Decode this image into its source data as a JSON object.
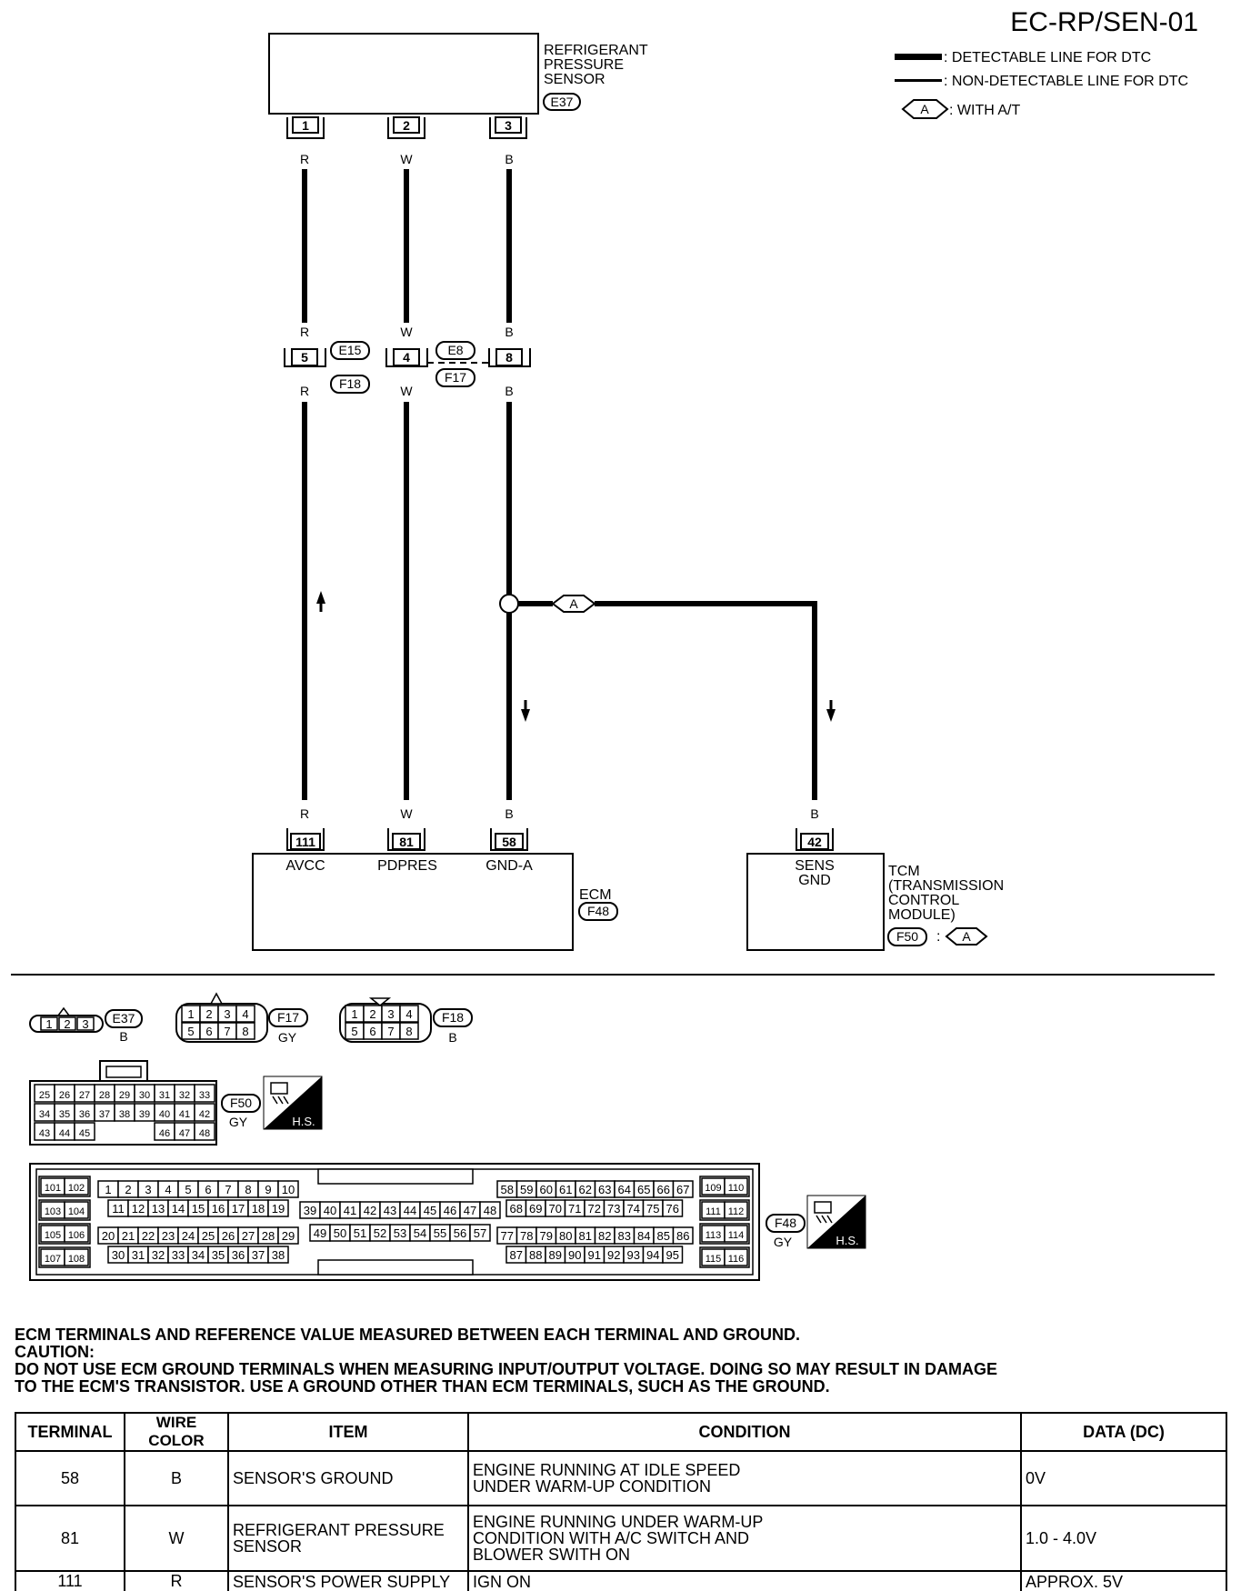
{
  "page_code": "EC-RP/SEN-01",
  "legend": {
    "detectable": ": DETECTABLE LINE FOR DTC",
    "non_detectable": ": NON-DETECTABLE LINE FOR DTC",
    "option_symbol": "A",
    "option_text": ": WITH A/T"
  },
  "sensor": {
    "name_lines": [
      "REFRIGERANT",
      "PRESSURE",
      "SENSOR"
    ],
    "connector": "E37",
    "pins": [
      "1",
      "2",
      "3"
    ]
  },
  "wires": [
    {
      "color": "R",
      "ecm_pin": "111",
      "ecm_label": "AVCC",
      "junction_pin": "5"
    },
    {
      "color": "W",
      "ecm_pin": "81",
      "ecm_label": "PDPRES",
      "junction_pin": "4"
    },
    {
      "color": "B",
      "ecm_pin": "58",
      "ecm_label": "GND-A",
      "junction_pin": "8"
    }
  ],
  "junctions": {
    "left_top": "E15",
    "left_bottom": "F18",
    "right_top": "E8",
    "right_bottom": "F17"
  },
  "ecm": {
    "name": "ECM",
    "connector": "F48"
  },
  "tcm": {
    "pin": "42",
    "wire_color": "B",
    "pin_label_lines": [
      "SENS",
      "GND"
    ],
    "name_lines": [
      "TCM",
      "(TRANSMISSION",
      "CONTROL",
      "MODULE)"
    ],
    "connector": "F50",
    "colon": ":",
    "option": "A"
  },
  "branch_option": "A",
  "connector_views": {
    "e37": {
      "id": "E37",
      "color": "B",
      "cells": [
        "1",
        "2",
        "3"
      ]
    },
    "f17": {
      "id": "F17",
      "color": "GY",
      "top": [
        "1",
        "2",
        "3",
        "4"
      ],
      "bottom": [
        "5",
        "6",
        "7",
        "8"
      ]
    },
    "f18": {
      "id": "F18",
      "color": "B",
      "top": [
        "1",
        "2",
        "3",
        "4"
      ],
      "bottom": [
        "5",
        "6",
        "7",
        "8"
      ]
    },
    "f50": {
      "id": "F50",
      "color": "GY",
      "badge": "H.S.",
      "rows": [
        [
          "25",
          "26",
          "27",
          "28",
          "29",
          "30",
          "31",
          "32",
          "33"
        ],
        [
          "34",
          "35",
          "36",
          "37",
          "38",
          "39",
          "40",
          "41",
          "42"
        ],
        [
          "43",
          "44",
          "45",
          "",
          "",
          "",
          "46",
          "47",
          "48"
        ]
      ]
    },
    "f48": {
      "id": "F48",
      "color": "GY",
      "badge": "H.S.",
      "left_pairs": [
        [
          "101",
          "102"
        ],
        [
          "103",
          "104"
        ],
        [
          "105",
          "106"
        ],
        [
          "107",
          "108"
        ]
      ],
      "block1": [
        [
          "1",
          "2",
          "3",
          "4",
          "5",
          "6",
          "7",
          "8",
          "9",
          "10"
        ],
        [
          "11",
          "12",
          "13",
          "14",
          "15",
          "16",
          "17",
          "18",
          "19"
        ],
        [
          "20",
          "21",
          "22",
          "23",
          "24",
          "25",
          "26",
          "27",
          "28",
          "29"
        ],
        [
          "30",
          "31",
          "32",
          "33",
          "34",
          "35",
          "36",
          "37",
          "38"
        ]
      ],
      "block2": [
        [
          "39",
          "40",
          "41",
          "42",
          "43",
          "44",
          "45",
          "46",
          "47",
          "48"
        ],
        [
          "49",
          "50",
          "51",
          "52",
          "53",
          "54",
          "55",
          "56",
          "57"
        ]
      ],
      "block3": [
        [
          "58",
          "59",
          "60",
          "61",
          "62",
          "63",
          "64",
          "65",
          "66",
          "67"
        ],
        [
          "68",
          "69",
          "70",
          "71",
          "72",
          "73",
          "74",
          "75",
          "76"
        ],
        [
          "77",
          "78",
          "79",
          "80",
          "81",
          "82",
          "83",
          "84",
          "85",
          "86"
        ],
        [
          "87",
          "88",
          "89",
          "90",
          "91",
          "92",
          "93",
          "94",
          "95"
        ]
      ],
      "right_pairs": [
        [
          "109",
          "110"
        ],
        [
          "111",
          "112"
        ],
        [
          "113",
          "114"
        ],
        [
          "115",
          "116"
        ]
      ]
    }
  },
  "notes": [
    "ECM TERMINALS AND REFERENCE VALUE MEASURED BETWEEN EACH TERMINAL AND GROUND.",
    "CAUTION:",
    "DO NOT USE ECM GROUND TERMINALS WHEN MEASURING INPUT/OUTPUT VOLTAGE. DOING SO MAY RESULT IN  DAMAGE",
    "TO THE  ECM'S TRANSISTOR. USE A GROUND OTHER THAN ECM TERMINALS, SUCH AS THE GROUND."
  ],
  "table": {
    "headers": [
      "TERMINAL",
      "WIRE COLOR",
      "ITEM",
      "CONDITION",
      "DATA (DC)"
    ],
    "rows": [
      {
        "terminal": "58",
        "wire": "B",
        "item": [
          "SENSOR'S GROUND"
        ],
        "condition": [
          "ENGINE RUNNING AT IDLE SPEED",
          "UNDER WARM-UP CONDITION"
        ],
        "data": "0V"
      },
      {
        "terminal": "81",
        "wire": "W",
        "item": [
          "REFRIGERANT PRESSURE",
          "SENSOR"
        ],
        "condition": [
          "ENGINE RUNNING UNDER WARM-UP",
          "CONDITION WITH A/C SWITCH AND",
          "BLOWER SWITH ON"
        ],
        "data": "1.0 - 4.0V"
      },
      {
        "terminal": "111",
        "wire": "R",
        "item": [
          "SENSOR'S POWER SUPPLY"
        ],
        "condition": [
          "IGN ON"
        ],
        "data": "APPROX. 5V"
      }
    ]
  }
}
